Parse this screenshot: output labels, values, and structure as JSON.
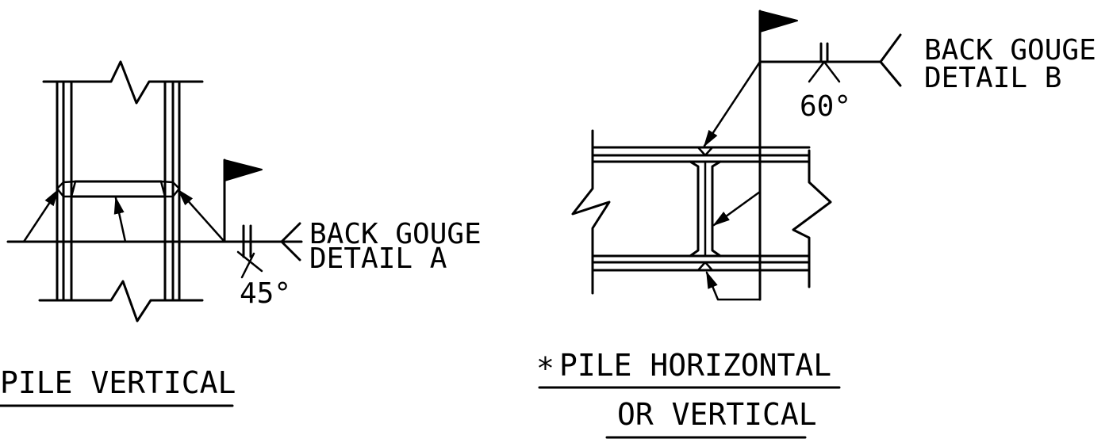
{
  "detail_a": {
    "label_line1": "BACK GOUGE",
    "label_line2": "DETAIL A",
    "angle": "45°",
    "title": "PILE VERTICAL"
  },
  "detail_b": {
    "label_line1": "BACK GOUGE",
    "label_line2": "DETAIL B",
    "angle": "60°",
    "title_marker": "*",
    "title_line1": "PILE HORIZONTAL",
    "title_line2": "OR VERTICAL"
  }
}
